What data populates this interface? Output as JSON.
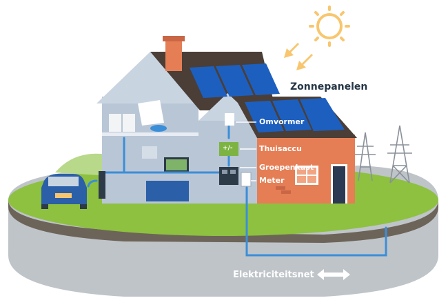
{
  "labels": {
    "solar": "Zonnepanelen",
    "inverter": "Omvormer",
    "battery": "Thuisaccu",
    "fusebox": "Groepenkast",
    "meter": "Meter",
    "grid": "Elektriciteitsnet",
    "battery_symbol": "+/-"
  },
  "colors": {
    "sun": "#f8c66e",
    "grass": "#8dc13f",
    "ground": "#c9ced3",
    "wire": "#3b8ed8",
    "brick": "#e57e55",
    "wall": "#b9c6d6",
    "panel": "#1d5fbf",
    "roof": "#4a3e37"
  },
  "icons": [
    "sun-icon",
    "car-icon",
    "pylon-icon",
    "double-arrow-icon"
  ]
}
